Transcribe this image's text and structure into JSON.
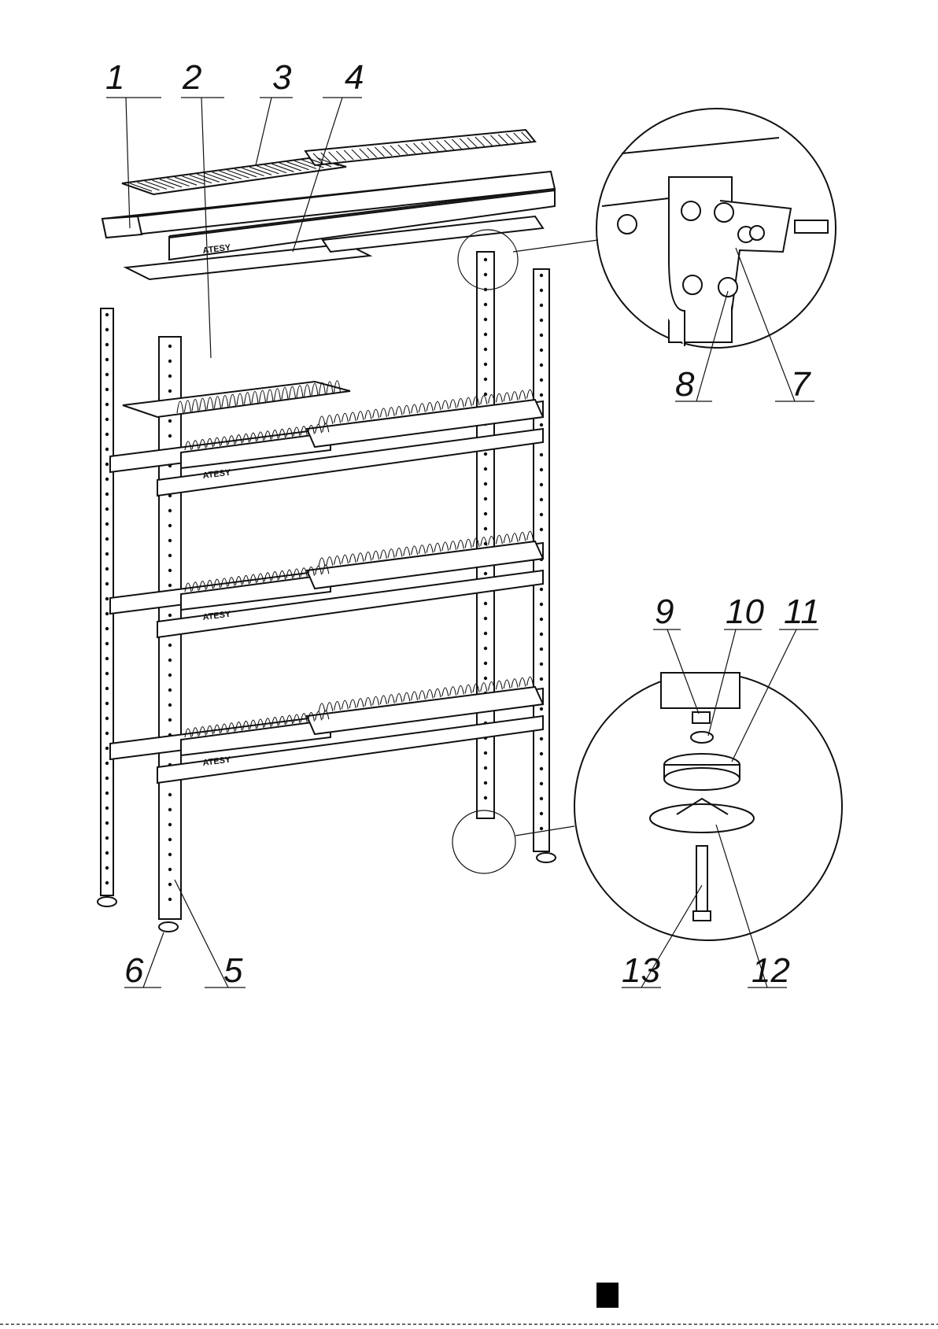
{
  "diagram": {
    "brand_label": "ATESY",
    "callouts": [
      {
        "id": "1",
        "label": "1"
      },
      {
        "id": "2",
        "label": "2"
      },
      {
        "id": "3",
        "label": "3"
      },
      {
        "id": "4",
        "label": "4"
      },
      {
        "id": "5",
        "label": "5"
      },
      {
        "id": "6",
        "label": "6"
      },
      {
        "id": "7",
        "label": "7"
      },
      {
        "id": "8",
        "label": "8"
      },
      {
        "id": "9",
        "label": "9"
      },
      {
        "id": "10",
        "label": "10"
      },
      {
        "id": "11",
        "label": "11"
      },
      {
        "id": "12",
        "label": "12"
      },
      {
        "id": "13",
        "label": "13"
      }
    ],
    "colors": {
      "line": "#111111",
      "background": "#ffffff",
      "page_marker": "#000000"
    }
  }
}
